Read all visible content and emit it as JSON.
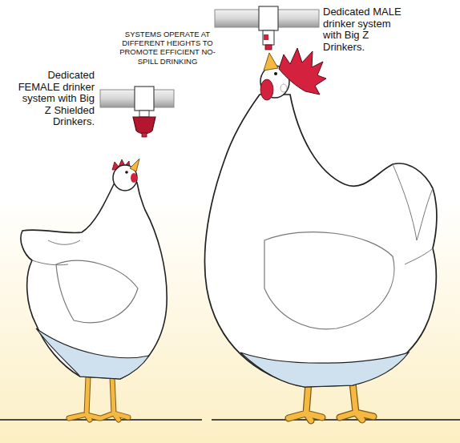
{
  "diagram": {
    "labels": [
      "SYSTEMS OPERATE AT DIFFERENT HEIGHTS TO PROMOTE EFFICIENT NO-SPILL DRINKING",
      "Dedicated FEMALE drinker system with Big Z Shielded Drinkers.",
      "Dedicated MALE drinker system with Big Z Drinkers."
    ]
  }
}
